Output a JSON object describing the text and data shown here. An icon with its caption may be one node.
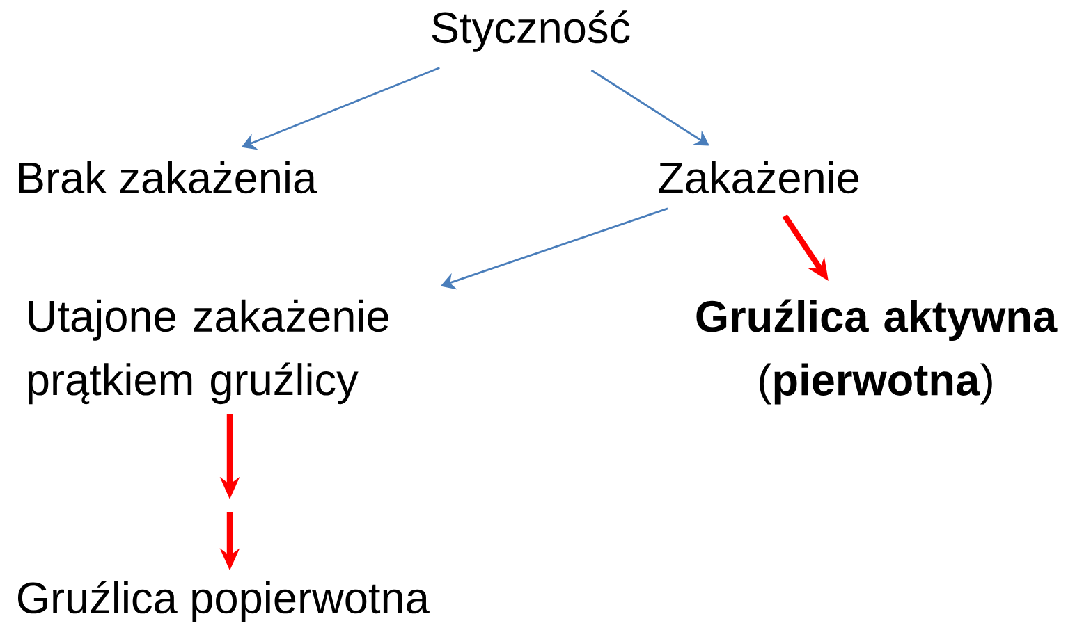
{
  "diagram": {
    "nodes": [
      {
        "text": [
          "Styczność"
        ]
      },
      {
        "text": [
          "Brak zakażenia"
        ]
      },
      {
        "text": [
          "Zakażenie"
        ]
      },
      {
        "text": [
          "Utajone zakażenie prątkiem gruźlicy"
        ]
      },
      {
        "text": [
          "**Gruźlica aktywna** (**pierwotna**)"
        ]
      },
      {
        "text": [
          "Gruźlica popierwotna"
        ]
      }
    ],
    "edges": [
      {
        "from": 0,
        "to": 1,
        "arrow": "to"
      },
      {
        "from": 0,
        "to": 2,
        "arrow": "to"
      },
      {
        "from": 2,
        "to": 3,
        "arrow": "to"
      },
      {
        "from": 2,
        "to": 4,
        "arrow": "to",
        "style": "thick",
        "color": "#ff0000"
      },
      {
        "from": 3,
        "to": null,
        "arrow": "to",
        "style": "thick",
        "color": "#ff0000"
      },
      {
        "from": null,
        "to": 5,
        "arrow": "to",
        "style": "thick",
        "color": "#ff0000"
      }
    ]
  }
}
